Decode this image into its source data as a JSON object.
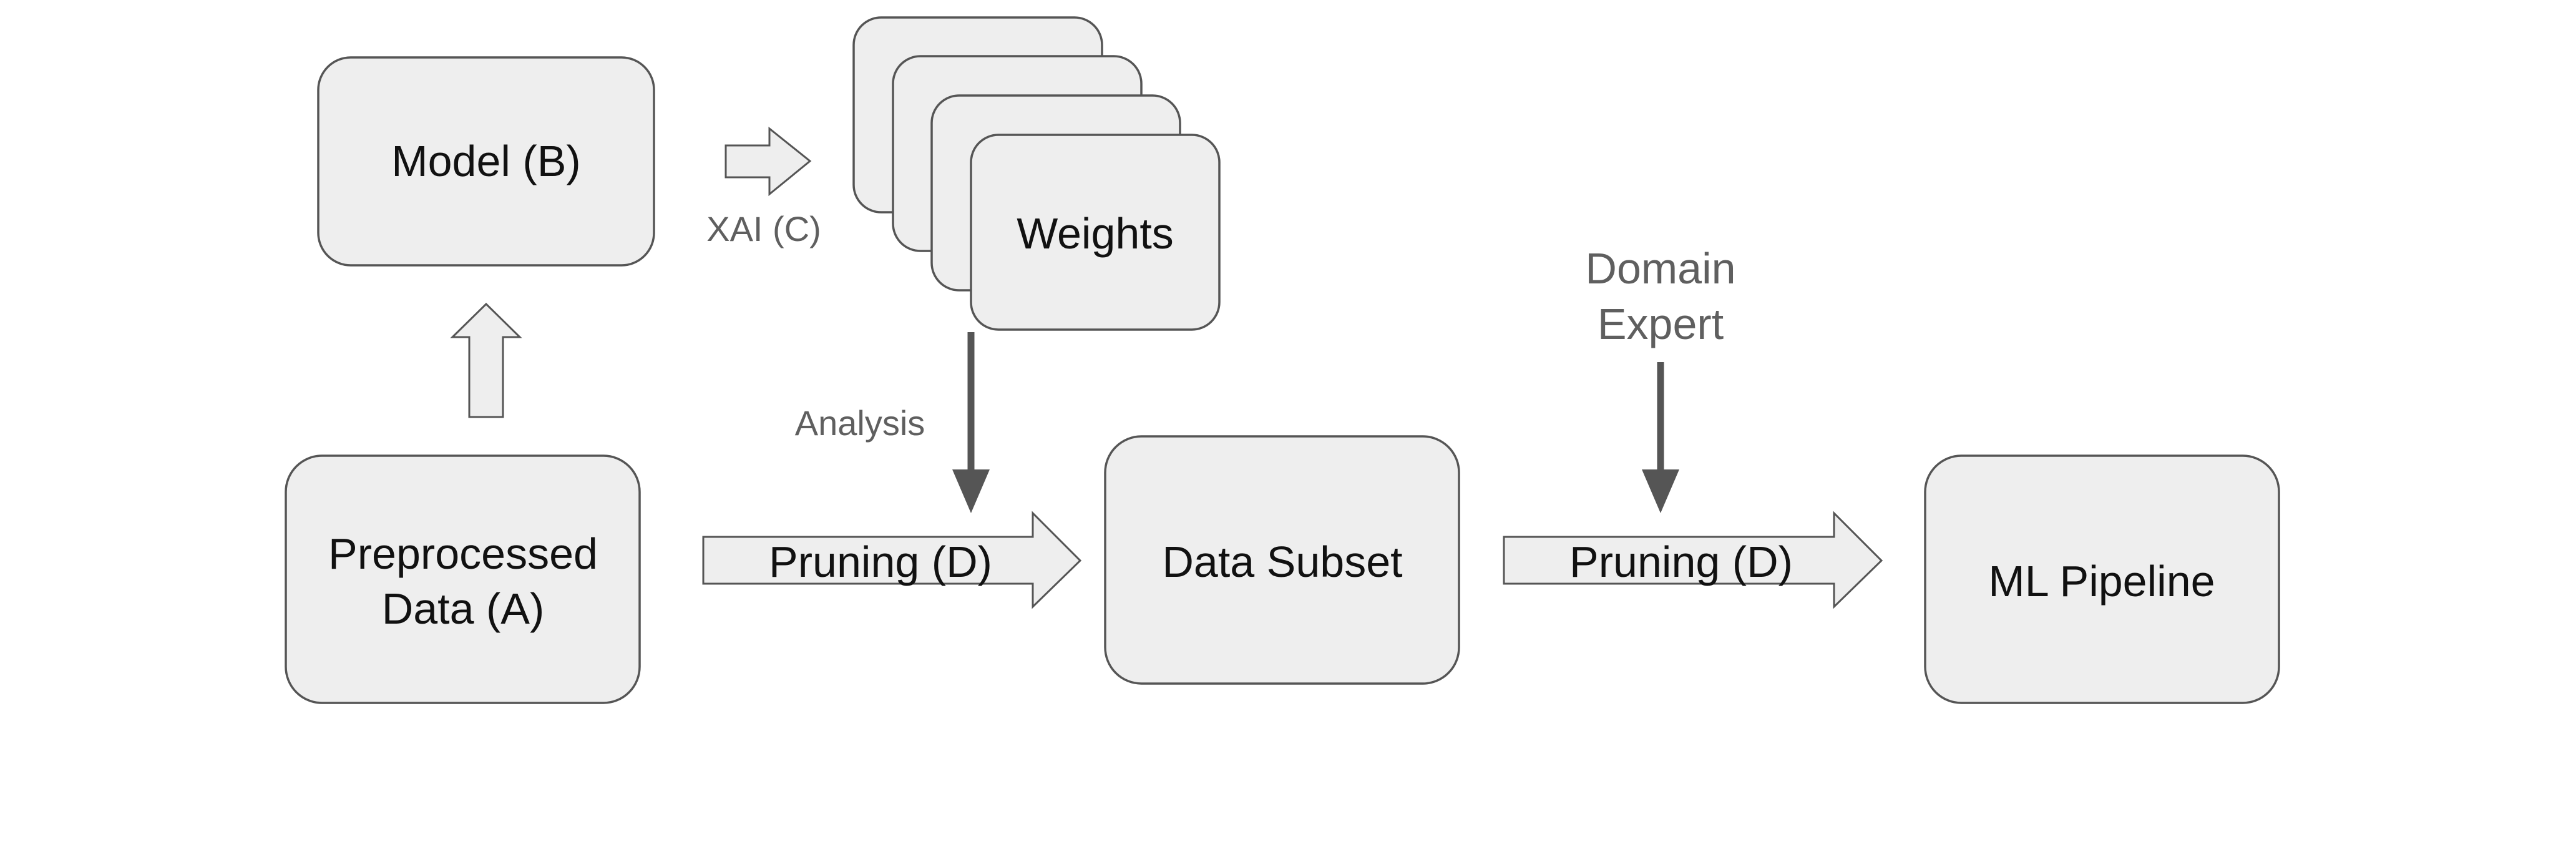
{
  "nodes": {
    "model": {
      "label": "Model (B)"
    },
    "weights": {
      "label": "Weights"
    },
    "preprocessed": {
      "line1": "Preprocessed",
      "line2": "Data (A)"
    },
    "data_subset": {
      "label": "Data Subset"
    },
    "ml_pipeline": {
      "label": "ML Pipeline"
    }
  },
  "edges": {
    "xai": {
      "label": "XAI (C)"
    },
    "analysis": {
      "label": "Analysis"
    },
    "pruning_1": {
      "label": "Pruning (D)"
    },
    "pruning_2": {
      "label": "Pruning (D)"
    },
    "domain_expert": {
      "line1": "Domain",
      "line2": "Expert"
    }
  },
  "colors": {
    "box_fill": "#eeeeee",
    "box_stroke": "#555555",
    "annotation_text": "#5f5f5f",
    "main_text": "#111111"
  }
}
